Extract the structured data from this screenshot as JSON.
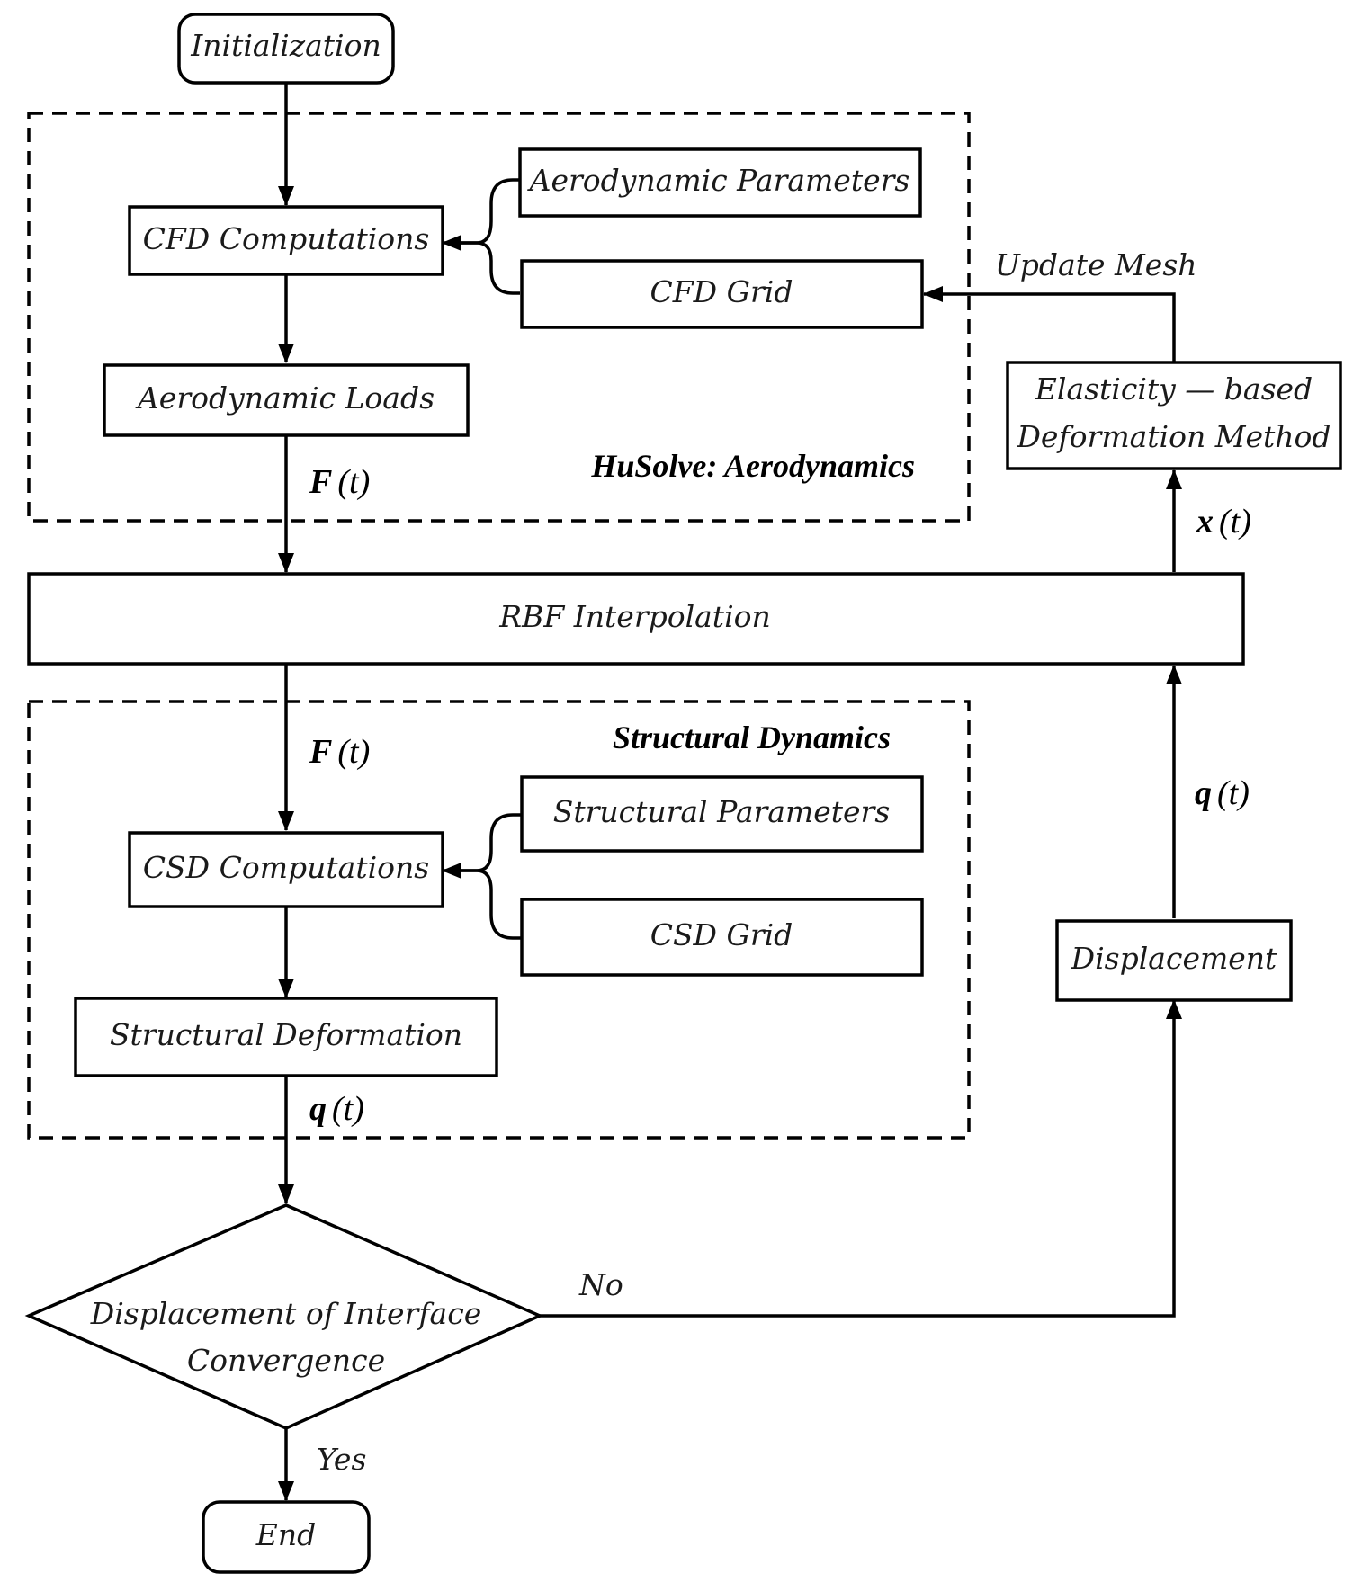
{
  "nodes": {
    "initialization": "Initialization",
    "cfd_computations": "CFD Computations",
    "aerodynamic_parameters": "Aerodynamic Parameters",
    "cfd_grid": "CFD Grid",
    "aerodynamic_loads": "Aerodynamic Loads",
    "rbf_interpolation": "RBF Interpolation",
    "csd_computations": "CSD Computations",
    "structural_parameters": "Structural Parameters",
    "csd_grid": "CSD Grid",
    "structural_deformation": "Structural Deformation",
    "convergence_line1": "Displacement of Interface",
    "convergence_line2": "Convergence",
    "end": "End",
    "elasticity_line1": "Elasticity — based",
    "elasticity_line2": "Deformation Method",
    "displacement": "Displacement"
  },
  "groups": {
    "aerodynamics": "HuSolve: Aerodynamics",
    "structural": "Structural Dynamics"
  },
  "edge_labels": {
    "update_mesh": "Update Mesh",
    "no": "No",
    "yes": "Yes"
  },
  "variables": {
    "force": {
      "symbol": "F",
      "arg": "(t)"
    },
    "coords": {
      "symbol": "x",
      "arg": "(t)"
    },
    "modal": {
      "symbol": "q",
      "arg": "(t)"
    }
  }
}
